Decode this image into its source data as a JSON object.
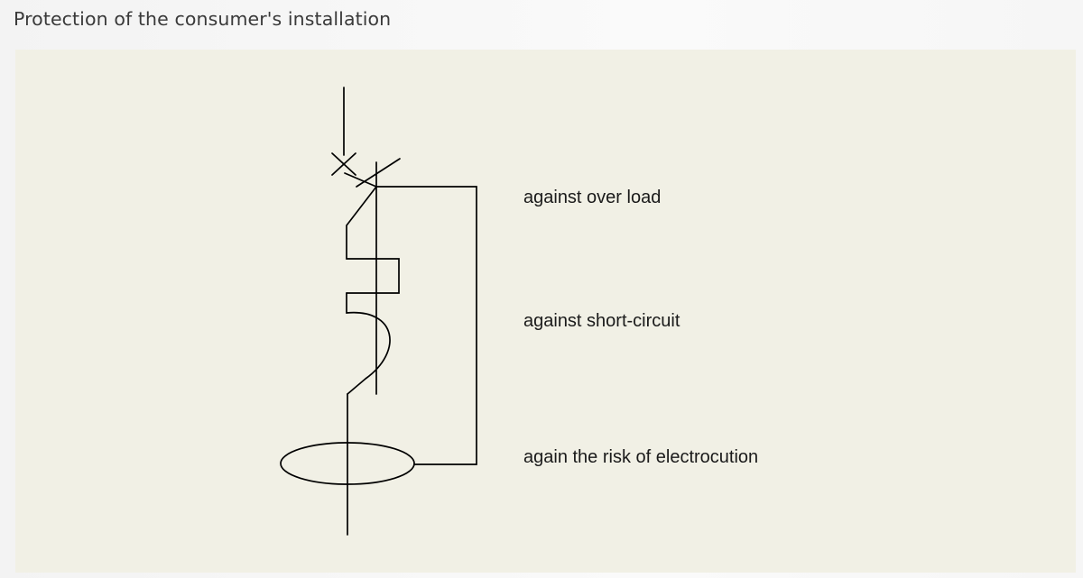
{
  "header": {
    "title": "Protection of the consumer's installation"
  },
  "diagram": {
    "labels": [
      "against over load",
      "against short-circuit",
      "again the risk of electrocution"
    ]
  },
  "colors": {
    "panel_background": "#f1f0e5",
    "line": "#000000"
  }
}
